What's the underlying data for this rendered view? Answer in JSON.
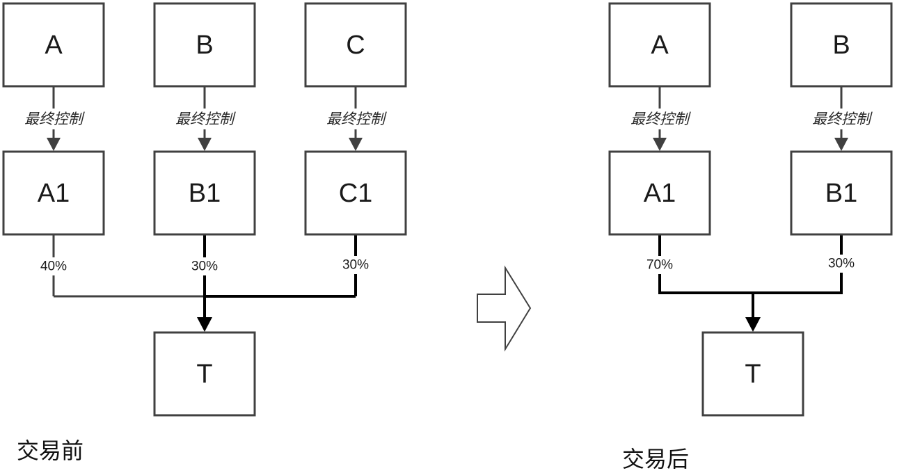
{
  "before": {
    "caption": "交易前",
    "boxes": {
      "A": "A",
      "B": "B",
      "C": "C",
      "A1": "A1",
      "B1": "B1",
      "C1": "C1",
      "T": "T"
    },
    "control_labels": [
      "最终控制",
      "最终控制",
      "最终控制"
    ],
    "shares": [
      "40%",
      "30%",
      "30%"
    ]
  },
  "after": {
    "caption": "交易后",
    "boxes": {
      "A": "A",
      "B": "B",
      "A1": "A1",
      "B1": "B1",
      "T": "T"
    },
    "control_labels": [
      "最终控制",
      "最终控制"
    ],
    "shares": [
      "70%",
      "30%"
    ]
  },
  "transition_icon": "right-arrow-icon"
}
